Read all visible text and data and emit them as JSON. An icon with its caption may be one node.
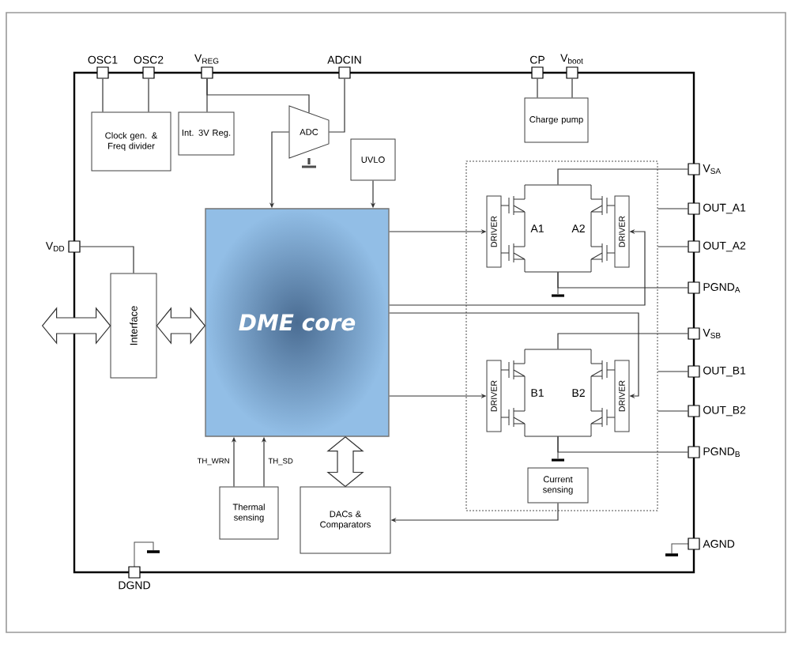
{
  "diagram": {
    "nodes": [
      {
        "text": [],
        "shape": "box",
        "beside": [
          "OSC1"
        ]
      },
      {
        "text": [],
        "shape": "box",
        "beside": [
          "OSC2"
        ]
      },
      {
        "text": [],
        "shape": "box",
        "beside": [
          "V$_{REG}$"
        ]
      },
      {
        "text": [],
        "shape": "box",
        "beside": [
          "ADCIN"
        ]
      },
      {
        "text": [],
        "shape": "box",
        "beside": [
          "CP"
        ]
      },
      {
        "text": [],
        "shape": "box",
        "beside": [
          "V$_{boot}$"
        ]
      },
      {
        "text": [],
        "shape": "box",
        "beside": [
          "V$_{DD}$"
        ]
      },
      {
        "text": [],
        "shape": "box",
        "beside": [
          "V$_{SA}$"
        ]
      },
      {
        "text": [],
        "shape": "box",
        "beside": [
          "OUT_A1"
        ]
      },
      {
        "text": [],
        "shape": "box",
        "beside": [
          "OUT_A2"
        ]
      },
      {
        "text": [],
        "shape": "box",
        "beside": [
          "PGND$_{A}$"
        ]
      },
      {
        "text": [],
        "shape": "box",
        "beside": [
          "V$_{SB}$"
        ]
      },
      {
        "text": [],
        "shape": "box",
        "beside": [
          "OUT_B1"
        ]
      },
      {
        "text": [],
        "shape": "box",
        "beside": [
          "OUT_B2"
        ]
      },
      {
        "text": [],
        "shape": "box",
        "beside": [
          "PGND$_{B}$"
        ]
      },
      {
        "text": [],
        "shape": "box",
        "beside": [
          "AGND"
        ]
      },
      {
        "text": [],
        "shape": "box",
        "beside": [
          "DGND"
        ]
      },
      {
        "text": [
          "Clock gen. & Freq divider"
        ]
      },
      {
        "text": [
          "Int. 3V Reg."
        ]
      },
      {
        "text": [
          "ADC"
        ]
      },
      {
        "text": [
          "UVLO"
        ]
      },
      {
        "text": [
          "Charge pump"
        ]
      },
      {
        "text": [
          "Interface"
        ]
      },
      {
        "text": [
          "DME core"
        ]
      },
      {
        "text": [],
        "shape": "box"
      },
      {
        "text": [
          "DRIVER"
        ],
        "in": 24
      },
      {
        "text": [
          "A1",
          "A2"
        ],
        "in": 24
      },
      {
        "text": [
          "DRIVER"
        ],
        "in": 24
      },
      {
        "text": [
          "DRIVER"
        ],
        "in": 24
      },
      {
        "text": [
          "B1",
          "B2"
        ],
        "in": 24
      },
      {
        "text": [
          "DRIVER"
        ],
        "in": 24
      },
      {
        "text": [
          "Current sensing"
        ],
        "in": 24
      },
      {
        "text": [
          "Thermal sensing"
        ]
      },
      {
        "text": [
          "DACs & Comparators"
        ]
      }
    ],
    "edges": [
      {
        "from": 0,
        "to": 17,
        "arrow": "none"
      },
      {
        "from": 1,
        "to": 17,
        "arrow": "none"
      },
      {
        "from": 2,
        "to": 18,
        "arrow": "none"
      },
      {
        "from": 2,
        "to": 19,
        "arrow": "none"
      },
      {
        "from": 3,
        "to": 19,
        "arrow": "none"
      },
      {
        "from": 4,
        "to": 21,
        "arrow": "none"
      },
      {
        "from": 5,
        "to": 21,
        "arrow": "none"
      },
      {
        "from": 6,
        "to": 22,
        "arrow": "none"
      },
      {
        "from": null,
        "to": 22,
        "arrow": "both"
      },
      {
        "from": 22,
        "to": 23,
        "arrow": "both"
      },
      {
        "from": 19,
        "to": 23,
        "arrow": "to"
      },
      {
        "from": 20,
        "to": 23,
        "arrow": "to"
      },
      {
        "from": 23,
        "to": 25,
        "arrow": "to"
      },
      {
        "from": 23,
        "to": 27,
        "arrow": "to"
      },
      {
        "from": 23,
        "to": 28,
        "arrow": "to"
      },
      {
        "from": 23,
        "to": 30,
        "arrow": "to"
      },
      {
        "from": 32,
        "to": 23,
        "arrow": "to",
        "label": "TH_WRN"
      },
      {
        "from": 32,
        "to": 23,
        "arrow": "to",
        "label": "TH_SD"
      },
      {
        "from": 23,
        "to": 33,
        "arrow": "both"
      },
      {
        "from": 31,
        "to": 33,
        "arrow": "to"
      },
      {
        "from": 7,
        "to": 26,
        "arrow": "none"
      },
      {
        "from": 8,
        "to": 24,
        "arrow": "none"
      },
      {
        "from": 9,
        "to": 24,
        "arrow": "none"
      },
      {
        "from": 10,
        "to": 26,
        "arrow": "none"
      },
      {
        "from": 11,
        "to": 29,
        "arrow": "none"
      },
      {
        "from": 12,
        "to": 24,
        "arrow": "none"
      },
      {
        "from": 13,
        "to": 24,
        "arrow": "none"
      },
      {
        "from": 14,
        "to": 29,
        "arrow": "none"
      }
    ]
  }
}
